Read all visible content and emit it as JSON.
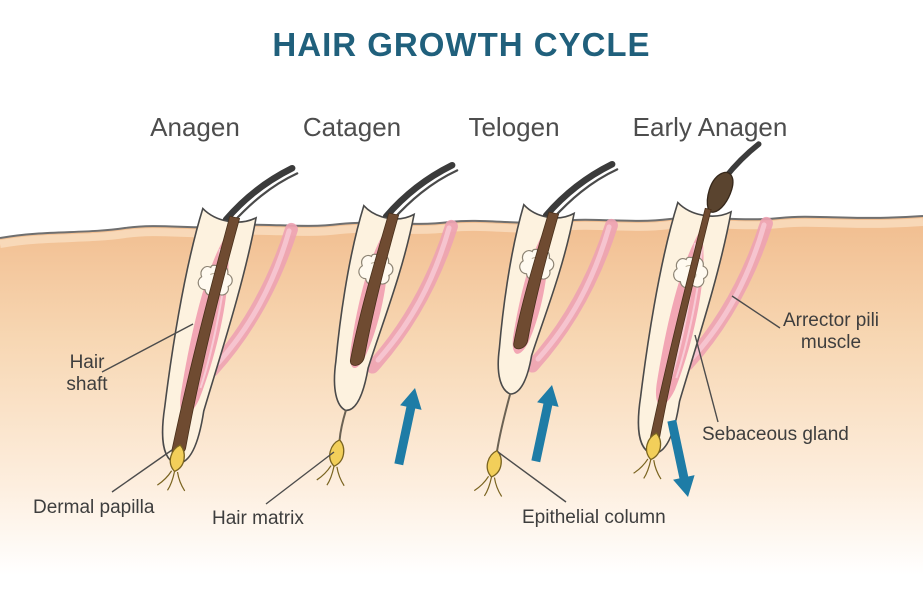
{
  "title": "HAIR GROWTH CYCLE",
  "stages": [
    {
      "label": "Anagen"
    },
    {
      "label": "Catagen"
    },
    {
      "label": "Telogen"
    },
    {
      "label": "Early Anagen"
    }
  ],
  "annotations": {
    "hair_shaft": "Hair shaft",
    "dermal_papilla": "Dermal papilla",
    "hair_matrix": "Hair matrix",
    "epithelial_column": "Epithelial column",
    "arrector_pili_muscle": "Arrector pili muscle",
    "sebaceous_gland": "Sebaceous gland"
  },
  "colors": {
    "title_text": "#20607c",
    "stage_text": "#4d4d4d",
    "annotation_text": "#3e3e3e",
    "arrow": "#1e7ca6",
    "skin_top": "#f1bc8d",
    "follicle_cream": "#fdf2df",
    "follicle_pink": "#f2a6b4",
    "hair_brown": "#6f4b31",
    "hair_dark": "#3b3b3b",
    "papilla_yellow": "#f2cf5a"
  }
}
